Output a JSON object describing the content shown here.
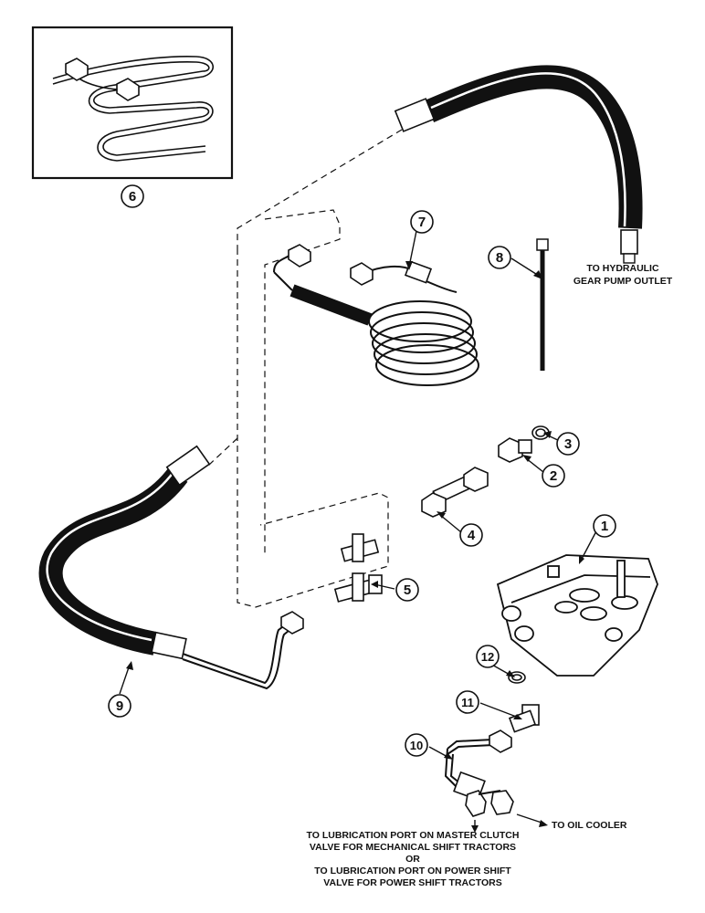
{
  "callouts": {
    "c1": "1",
    "c2": "2",
    "c3": "3",
    "c4": "4",
    "c5": "5",
    "c6": "6",
    "c7": "7",
    "c8": "8",
    "c9": "9",
    "c10": "10",
    "c11": "11",
    "c12": "12"
  },
  "notes": {
    "pump_line1": "TO HYDRAULIC",
    "pump_line2": "GEAR PUMP OUTLET",
    "oil_cooler": "TO OIL COOLER",
    "lube_line1": "TO LUBRICATION PORT ON MASTER CLUTCH",
    "lube_line2": "VALVE FOR MECHANICAL SHIFT TRACTORS",
    "lube_line3": "OR",
    "lube_line4": "TO LUBRICATION PORT ON POWER SHIFT",
    "lube_line5": "VALVE FOR POWER SHIFT TRACTORS"
  },
  "colors": {
    "ink": "#111111",
    "paper": "#ffffff"
  }
}
